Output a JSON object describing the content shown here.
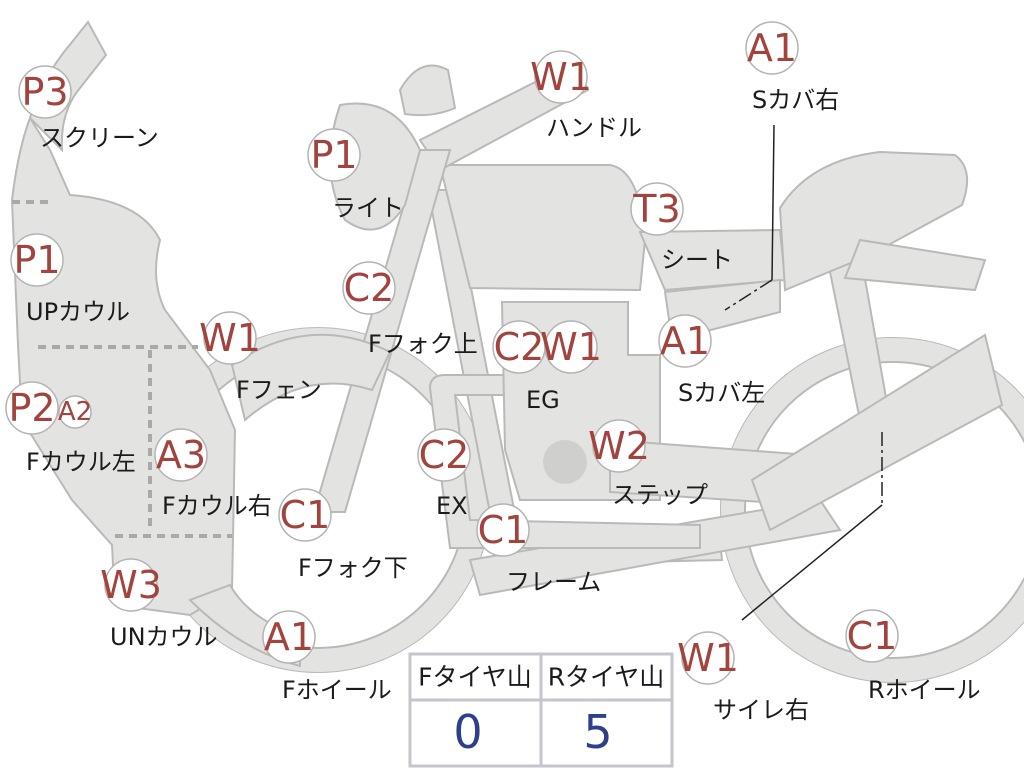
{
  "diagram": {
    "parts": [
      {
        "id": "screen",
        "code": "P3",
        "label": "スクリーン"
      },
      {
        "id": "up-cowl",
        "code": "P1",
        "label": "UPカウル"
      },
      {
        "id": "f-cowl-left",
        "code": "P2",
        "code2": "A2",
        "label": "Fカウル左"
      },
      {
        "id": "f-cowl-right",
        "code": "A3",
        "label": "Fカウル右"
      },
      {
        "id": "un-cowl",
        "code": "W3",
        "label": "UNカウル"
      },
      {
        "id": "light",
        "code": "P1",
        "label": "ライト"
      },
      {
        "id": "f-fender",
        "code": "W1",
        "label": "Fフェン"
      },
      {
        "id": "f-fork-upper",
        "code": "C2",
        "label": "Fフォク上"
      },
      {
        "id": "f-fork-lower",
        "code": "C1",
        "label": "Fフォク下"
      },
      {
        "id": "f-wheel",
        "code": "A1",
        "label": "Fホイール"
      },
      {
        "id": "handle",
        "code": "W1",
        "label": "ハンドル"
      },
      {
        "id": "engine",
        "code": "C2",
        "code2": "W1",
        "label": "EG"
      },
      {
        "id": "exhaust",
        "code": "C2",
        "label": "EX"
      },
      {
        "id": "frame",
        "code": "C1",
        "label": "フレーム"
      },
      {
        "id": "step",
        "code": "W2",
        "label": "ステップ"
      },
      {
        "id": "seat",
        "code": "T3",
        "label": "シート"
      },
      {
        "id": "side-cover-right",
        "code": "A1",
        "label": "Sカバ右"
      },
      {
        "id": "side-cover-left",
        "code": "A1",
        "label": "Sカバ左"
      },
      {
        "id": "silencer-right",
        "code": "W1",
        "label": "サイレ右"
      },
      {
        "id": "r-wheel",
        "code": "C1",
        "label": "Rホイール"
      }
    ]
  },
  "tire_table": {
    "front_header": "Fタイヤ山",
    "rear_header": "Rタイヤ山",
    "front_value": "0",
    "rear_value": "5",
    "value_color": "#2e3f8c"
  },
  "colors": {
    "part_fill": "#e3e4e2",
    "part_outline": "#b9bab8",
    "code_text": "#a2433d",
    "label_text": "#1b1b1b"
  }
}
